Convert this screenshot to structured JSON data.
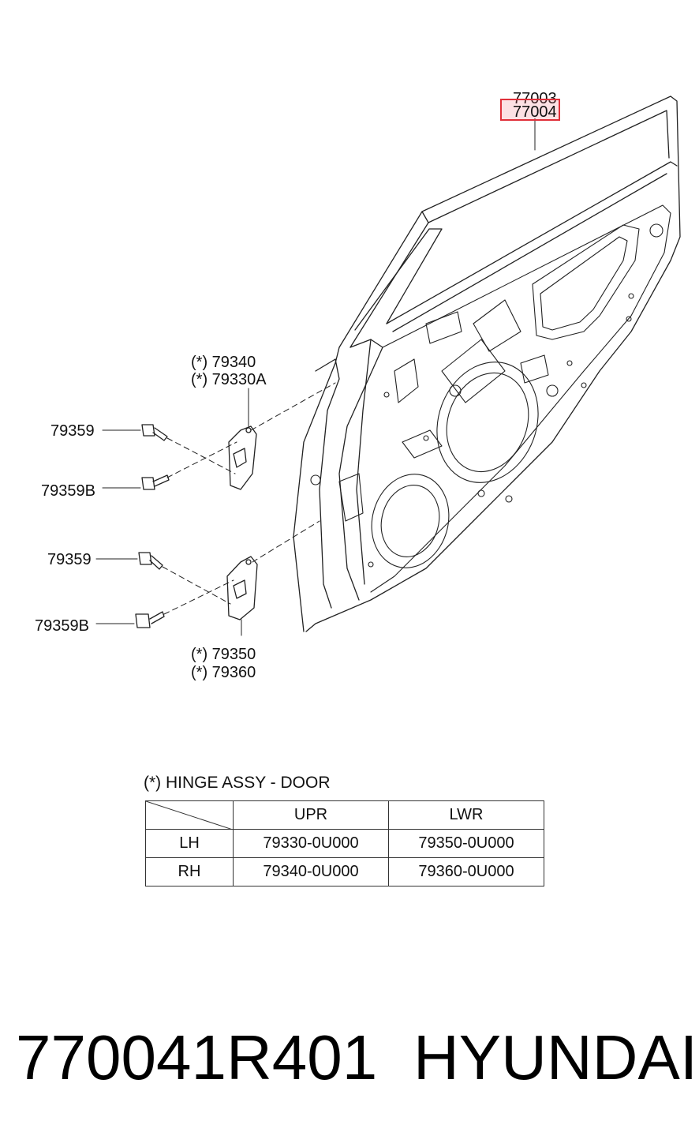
{
  "callouts": {
    "part_77003": "77003",
    "part_77004": "77004",
    "upper_hinge_rh": "(*)  79340",
    "upper_hinge_lh": "(*) 79330A",
    "bolt_upper_1": "79359",
    "bolt_upper_2": "79359B",
    "bolt_lower_1": "79359",
    "bolt_lower_2": "79359B",
    "lower_hinge_lh": "(*)  79350",
    "lower_hinge_rh": "(*)  79360"
  },
  "highlight_color": "#e0303a",
  "legend": {
    "title": "(*) HINGE ASSY - DOOR",
    "columns": [
      "UPR",
      "LWR"
    ],
    "rows": [
      {
        "side": "LH",
        "upr": "79330-0U000",
        "lwr": "79350-0U000"
      },
      {
        "side": "RH",
        "upr": "79340-0U000",
        "lwr": "79360-0U000"
      }
    ]
  },
  "footer": {
    "part_number": "770041R401",
    "brand": "HYUNDAI"
  }
}
